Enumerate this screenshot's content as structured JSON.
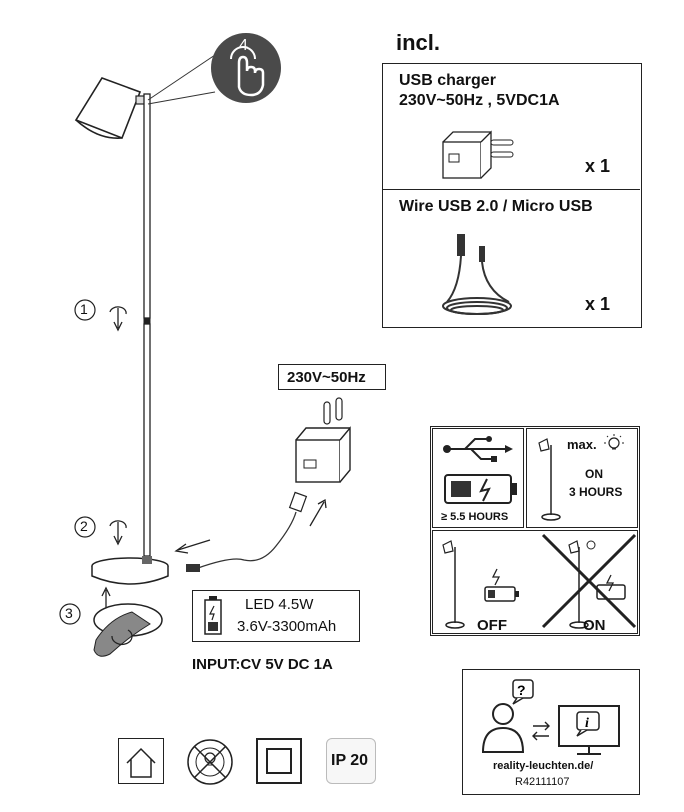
{
  "incl": {
    "heading": "incl.",
    "charger_title": "USB charger",
    "charger_spec": "230V~50Hz , 5VDC1A",
    "charger_qty": "x 1",
    "cable_title": "Wire USB 2.0 / Micro USB",
    "cable_qty": "x 1"
  },
  "steps": {
    "touch_count": "4",
    "step1": "1",
    "step2": "2",
    "step3": "3"
  },
  "charging": {
    "voltage_label": "230V~50Hz",
    "led_power": "LED 4.5W",
    "battery_spec": "3.6V-3300mAh",
    "input_label": "INPUT:CV 5V DC 1A"
  },
  "panel": {
    "charge_time": "≥ 5.5 HOURS",
    "max_label": "max.",
    "on_label": "ON",
    "hours_label": "3 HOURS",
    "off_label": "OFF",
    "on_cross_label": "ON"
  },
  "support": {
    "url": "reality-leuchten.de/",
    "code": "R42111107"
  },
  "icons": {
    "ip_rating": "IP 20"
  }
}
